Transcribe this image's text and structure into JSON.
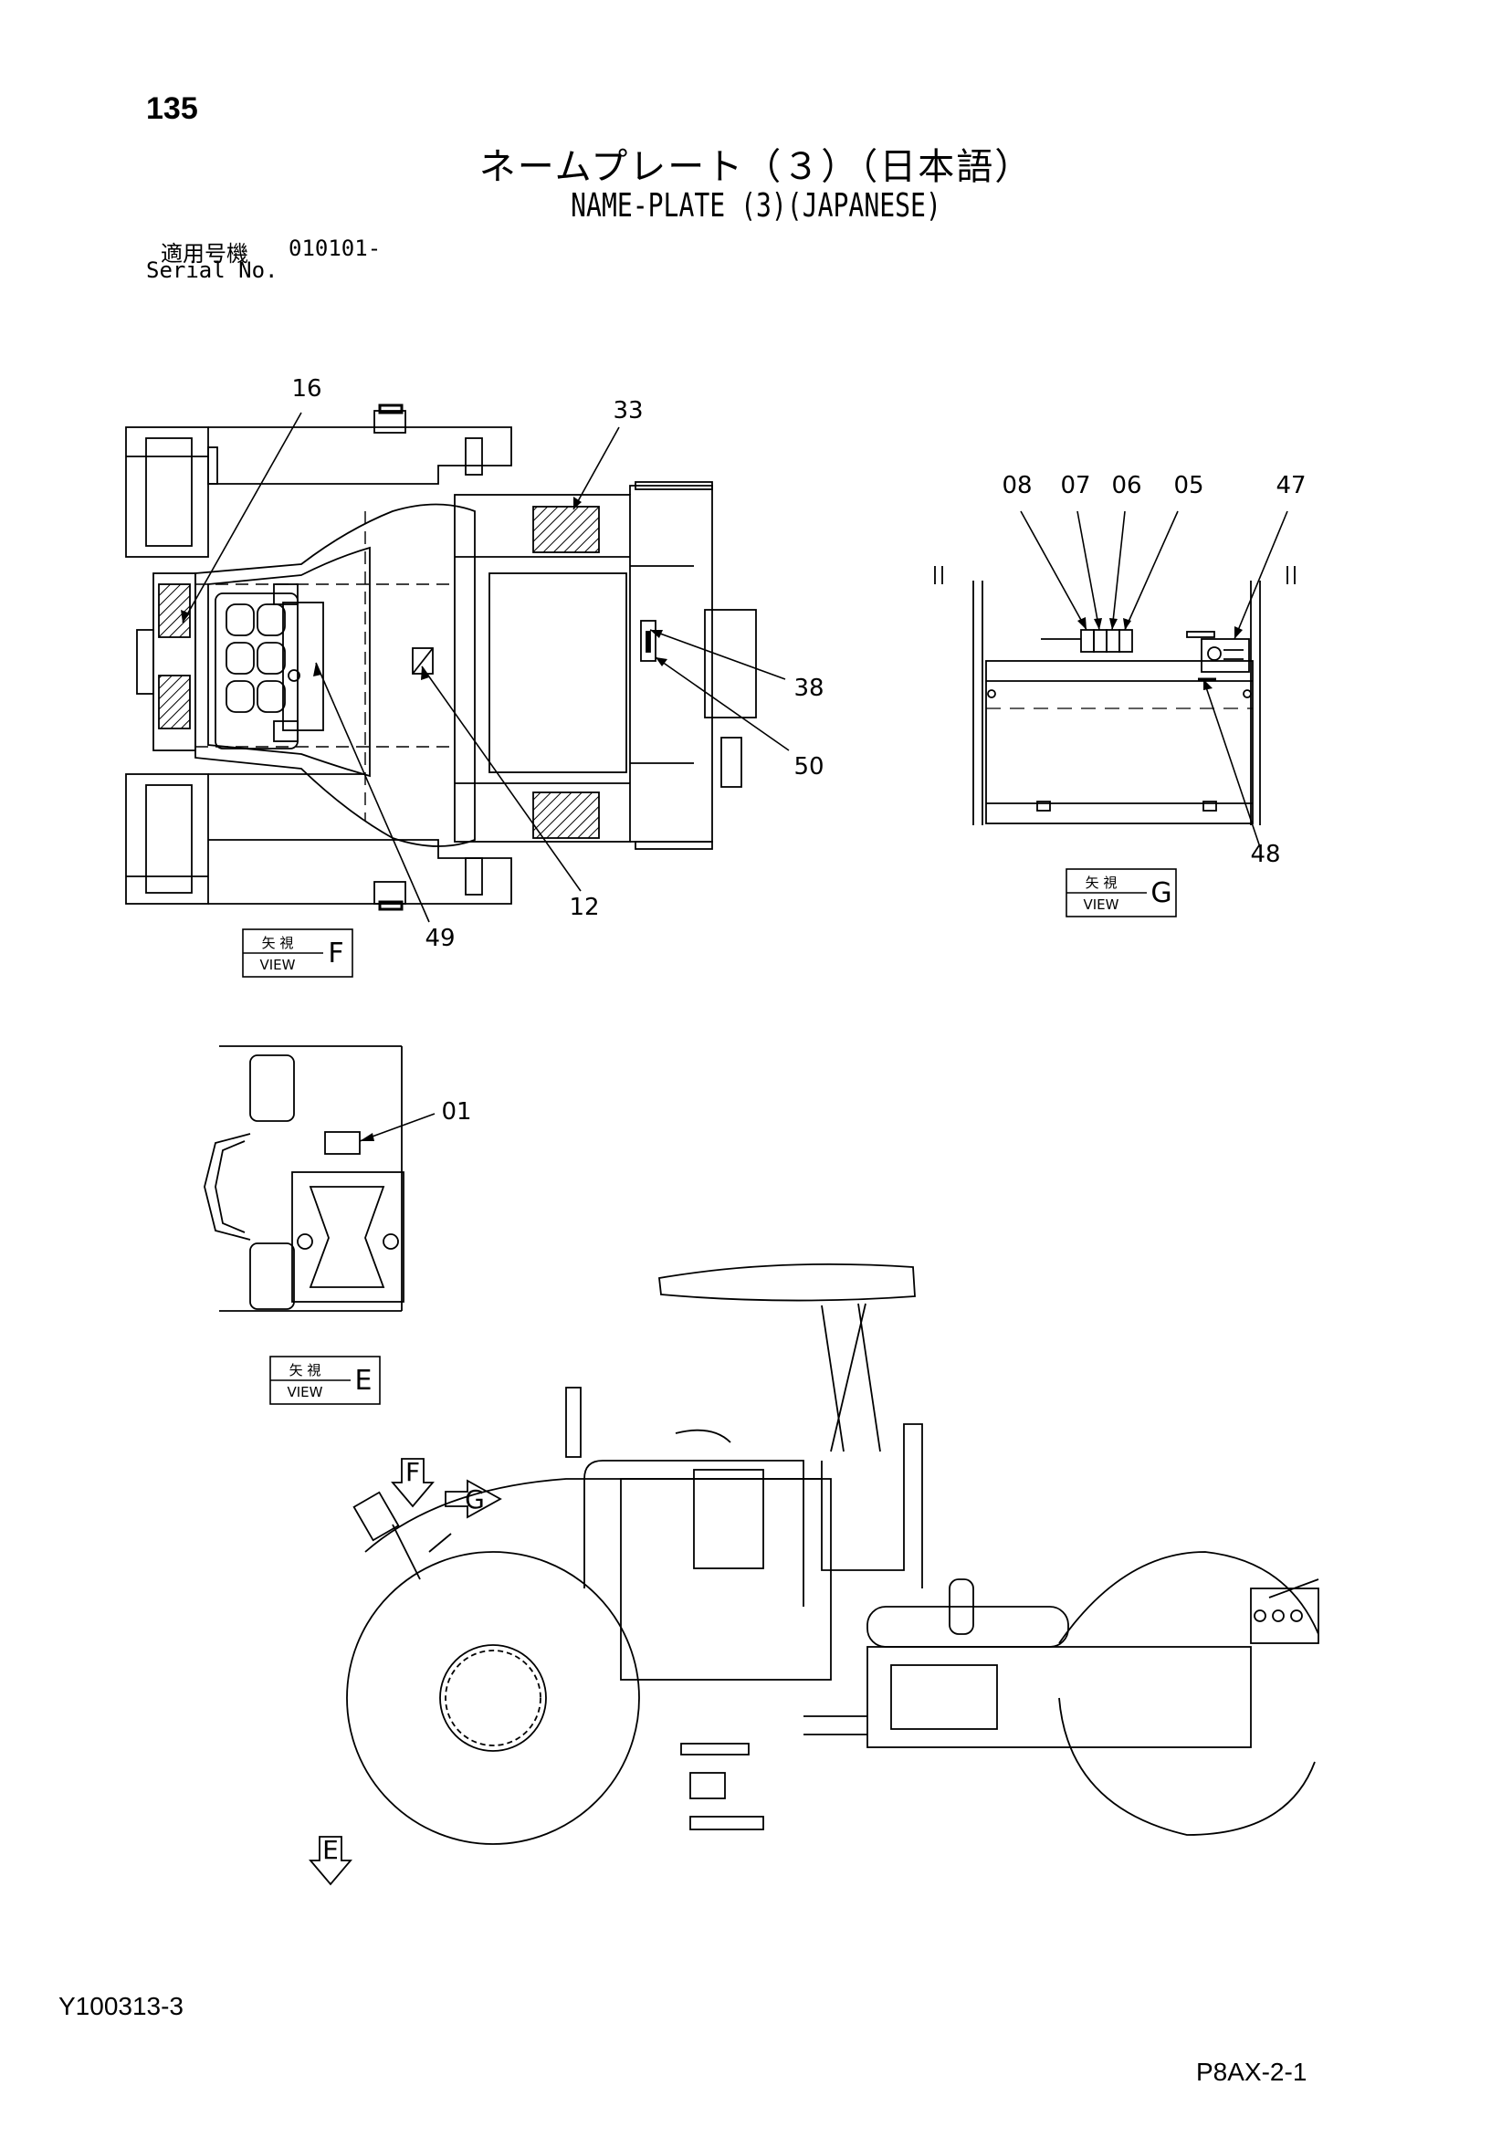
{
  "page_number": "135",
  "title_jp": "ネームプレート（３）（日本語）",
  "title_en": "NAME-PLATE (3)(JAPANESE)",
  "serial": {
    "label_jp": "適用号機",
    "value": "010101-",
    "label_en": "Serial No."
  },
  "doc_id": "Y100313-3",
  "page_code": "P8AX-2-1",
  "view_box_label_jp": "矢  視",
  "view_box_label_en": "VIEW",
  "views": [
    {
      "letter": "F",
      "callouts": [
        "16",
        "33",
        "38",
        "50",
        "12",
        "49"
      ]
    },
    {
      "letter": "G",
      "callouts": [
        "08",
        "07",
        "06",
        "05",
        "47",
        "48"
      ]
    },
    {
      "letter": "E",
      "callouts": [
        "01"
      ]
    }
  ],
  "arrow_labels": [
    "F",
    "G",
    "E"
  ]
}
